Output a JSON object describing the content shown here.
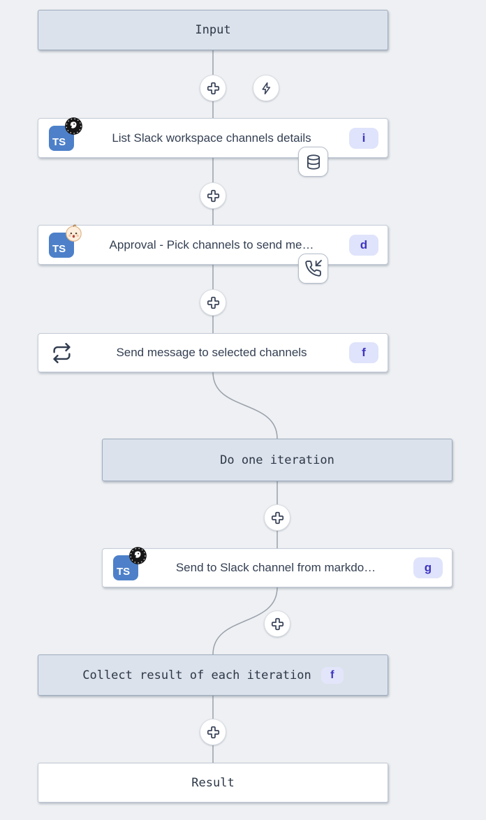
{
  "canvas": {
    "background": "#eef0f3",
    "connector_color": "#9aa1ab"
  },
  "colors": {
    "header_node_bg": "#dbe2ec",
    "header_node_border": "#9fabbc",
    "task_node_bg": "#ffffff",
    "task_node_border": "#c6cdd8",
    "badge_bg": "#dfe3fb",
    "badge_text": "#3d34c0",
    "icon_stroke": "#39455a",
    "ts_icon_bg": "#4d80c9"
  },
  "icons": {
    "ts_label": "TS",
    "names": [
      "plus-icon",
      "lightning-icon",
      "database-icon",
      "phone-incoming-icon",
      "repeat-icon",
      "dark-logo-icon",
      "baby-face-icon",
      "typescript-icon"
    ]
  },
  "nodes": [
    {
      "label": "Input"
    },
    {
      "title": "List Slack workspace channels details",
      "badge": "i",
      "icon": "typescript",
      "icon_overlay": "dark-logo",
      "attachment": "database"
    },
    {
      "title": "Approval - Pick channels to send me…",
      "badge": "d",
      "icon": "typescript",
      "icon_overlay": "baby-face",
      "attachment": "phone-incoming"
    },
    {
      "title": "Send message to selected channels",
      "badge": "f",
      "icon": "repeat"
    },
    {
      "label": "Do one iteration"
    },
    {
      "title": "Send to Slack channel from markdo…",
      "badge": "g",
      "icon": "typescript",
      "icon_overlay": "dark-logo"
    },
    {
      "label": "Collect result of each iteration",
      "badge": "f"
    },
    {
      "label": "Result"
    }
  ]
}
